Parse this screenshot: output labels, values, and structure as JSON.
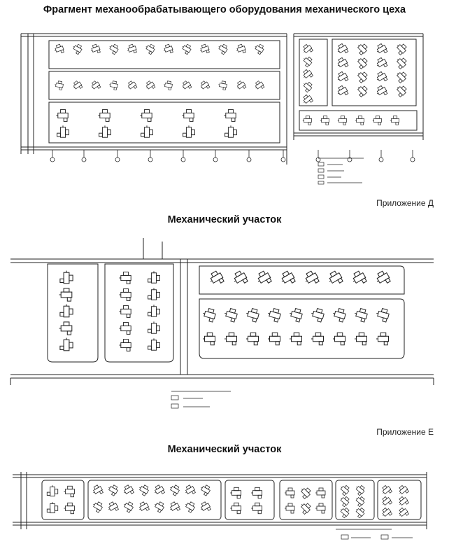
{
  "sections": [
    {
      "title": "Фрагмент механообрабатывающего оборудования механического цеха",
      "appendix": ""
    },
    {
      "title": "Механический участок",
      "appendix": "Приложение Д"
    },
    {
      "title": "Механический участок",
      "appendix": "Приложение Е"
    }
  ],
  "colors": {
    "ink": "#222222",
    "background": "#ffffff"
  },
  "icons": [
    "machine-tool-icon",
    "column-axis-marker-icon",
    "legend-symbol-icon"
  ]
}
